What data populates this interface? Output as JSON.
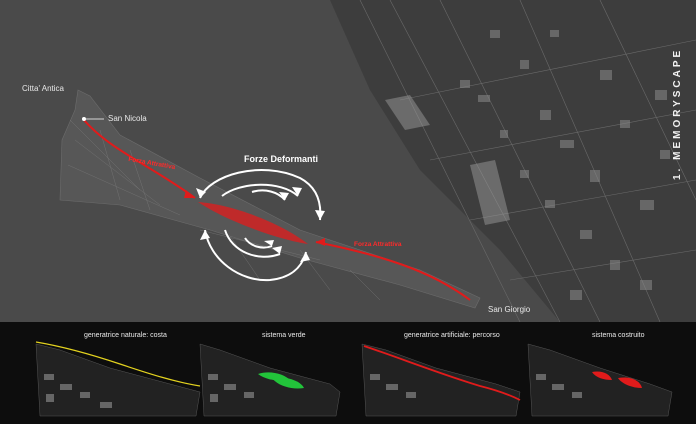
{
  "labels": {
    "citta_antica": "Citta' Antica",
    "san_nicola": "San Nicola",
    "san_giorgio": "San Giorgio",
    "forze_deformanti": "Forze Deformanti",
    "forza_attrattiva_left": "Forza Attrattiva",
    "forza_attrattiva_right": "Forza Attrattiva"
  },
  "vertical_title": "1. MEMORYSCAPE",
  "panels": [
    {
      "title": "generatrice naturale: costa",
      "accent": "#e3d21f"
    },
    {
      "title": "sistema verde",
      "accent": "#22c33a"
    },
    {
      "title": "generatrice artificiale: percorso",
      "accent": "#e11b1b"
    },
    {
      "title": "sistema costruito",
      "accent": "#e11b1b"
    }
  ],
  "colors": {
    "background": "#4a4a4a",
    "strip": "#0d0d0d",
    "force_red": "#e11b1b",
    "arrow_white": "#ffffff"
  }
}
